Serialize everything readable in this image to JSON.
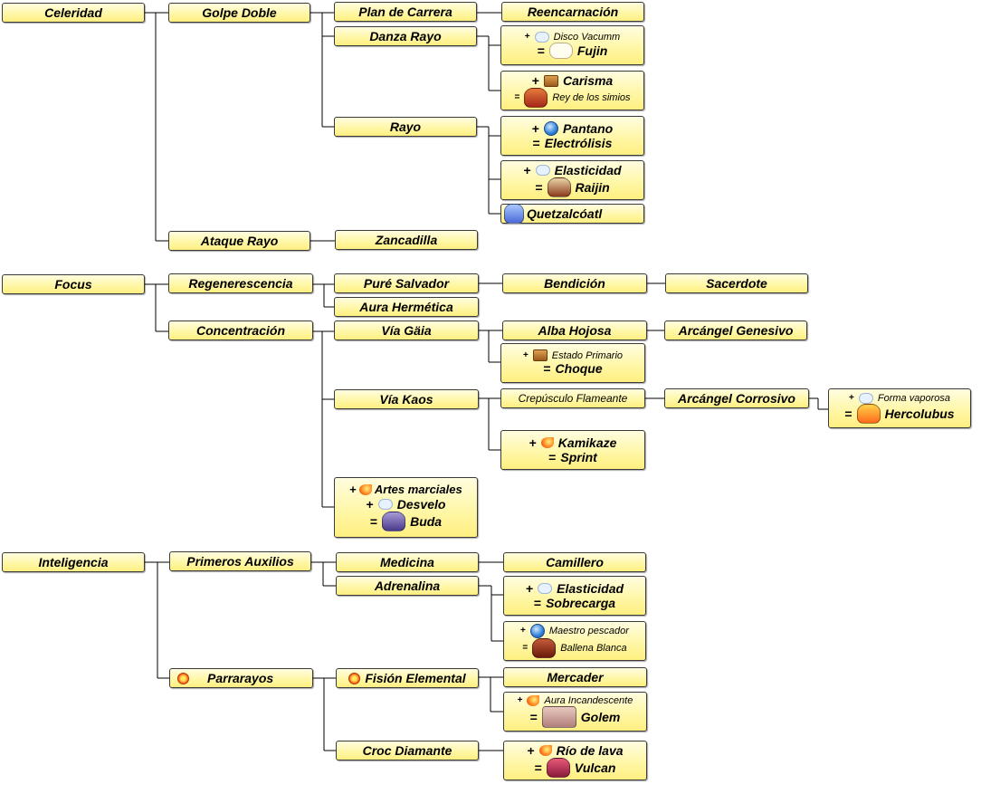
{
  "nodes": {
    "celeridad": "Celeridad",
    "golpe_doble": "Golpe Doble",
    "plan_de_carrera": "Plan de Carrera",
    "reencarnacion": "Reencarnación",
    "danza_rayo": "Danza  Rayo",
    "fujin": {
      "op1": "+",
      "ingredient": "Disco Vacumm",
      "op2": "=",
      "result": "Fujin"
    },
    "rey_simios": {
      "op1": "+",
      "ingredient": "Carisma",
      "op2": "=",
      "result": "Rey de los simios"
    },
    "rayo": "Rayo",
    "electrolisis": {
      "op1": "+",
      "ingredient": "Pantano",
      "op2": "=",
      "result": "Electrólisis"
    },
    "raijin": {
      "op1": "+",
      "ingredient": "Elasticidad",
      "op2": "=",
      "result": "Raijin"
    },
    "quetzalcoatl": "Quetzalcóatl",
    "ataque_rayo": "Ataque Rayo",
    "zancadilla": "Zancadilla",
    "focus": "Focus",
    "regenerescencia": "Regenerescencia",
    "pure_salvador": "Puré Salvador",
    "bendicion": "Bendición",
    "sacerdote": "Sacerdote",
    "aura_hermetica": "Aura Hermética",
    "concentracion": "Concentración",
    "via_gaia": "Vía Gäia",
    "alba_hojosa": "Alba Hojosa",
    "arcangel_genesivo": "Arcángel Genesivo",
    "choque": {
      "op1": "+",
      "ingredient": "Estado  Primario",
      "op2": "=",
      "result": "Choque"
    },
    "via_kaos": "Vía Kaos",
    "crepusculo": "Crepúsculo  Flameante",
    "arcangel_corrosivo": "Arcángel Corrosivo",
    "hercolubus": {
      "op1": "+",
      "ingredient": "Forma vaporosa",
      "op2": "=",
      "result": "Hercolubus"
    },
    "sprint": {
      "op1": "+",
      "ingredient": "Kamikaze",
      "op2": "=",
      "result": "Sprint"
    },
    "buda": {
      "op1": "+",
      "ingredient1": "Artes marciales",
      "op2": "+",
      "ingredient2": "Desvelo",
      "op3": "=",
      "result": "Buda"
    },
    "inteligencia": "Inteligencia",
    "primeros_auxilios": "Primeros Auxilios",
    "medicina": "Medicina",
    "camillero": "Camillero",
    "adrenalina": "Adrenalina",
    "sobrecarga": {
      "op1": "+",
      "ingredient": "Elasticidad",
      "op2": "=",
      "result": "Sobrecarga"
    },
    "ballena_blanca": {
      "op1": "+",
      "ingredient": "Maestro pescador",
      "op2": "=",
      "result": "Ballena  Blanca"
    },
    "parrarayos": "Parrarayos",
    "fision_elemental": "Fisión Elemental",
    "mercader": "Mercader",
    "golem": {
      "op1": "+",
      "ingredient": "Aura Incandescente",
      "op2": "=",
      "result": "Golem"
    },
    "croc_diamante": "Croc Diamante",
    "vulcan": {
      "op1": "+",
      "ingredient": "Río de lava",
      "op2": "=",
      "result": "Vulcan"
    }
  }
}
